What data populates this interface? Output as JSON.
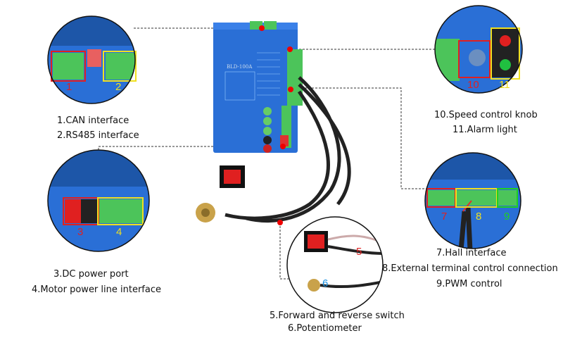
{
  "device": {
    "model": "BLD-100A"
  },
  "callouts": [
    {
      "id": "1",
      "label": "1.CAN interface"
    },
    {
      "id": "2",
      "label": "2.RS485 interface"
    },
    {
      "id": "3",
      "label": "3.DC power port"
    },
    {
      "id": "4",
      "label": "4.Motor power line interface"
    },
    {
      "id": "5",
      "label": "5.Forward and reverse switch"
    },
    {
      "id": "6",
      "label": "6.Potentiometer"
    },
    {
      "id": "7",
      "label": "7.Hall interface"
    },
    {
      "id": "8",
      "label": "8.External terminal control connection"
    },
    {
      "id": "9",
      "label": "9.PWM control"
    },
    {
      "id": "10",
      "label": "10.Speed control knob"
    },
    {
      "id": "11",
      "label": "11.Alarm light"
    }
  ],
  "markers": {
    "m1": "1",
    "m2": "2",
    "m3": "3",
    "m4": "4",
    "m5": "5",
    "m6": "6",
    "m7": "7",
    "m8": "8",
    "m9": "9",
    "m10": "10",
    "m11": "11"
  },
  "colors": {
    "device_blue": "#2a6fd6",
    "terminal_green": "#4cc45a",
    "highlight_red": "#e02020",
    "highlight_yellow": "#f0e020",
    "highlight_green": "#20d020",
    "marker_blue": "#1a90e0"
  }
}
